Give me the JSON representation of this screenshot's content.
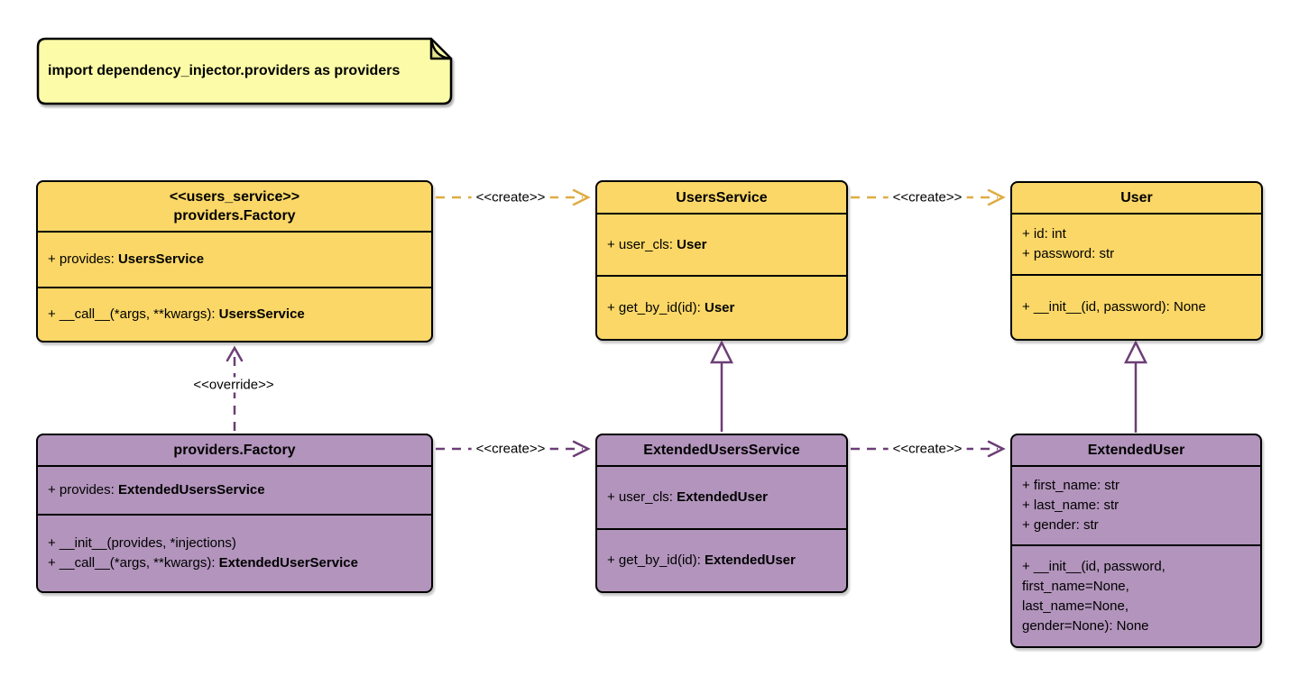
{
  "note": {
    "text": "import dependency_injector.providers as providers"
  },
  "colors": {
    "yellow_fill": "#FAD767",
    "purple_fill": "#B294BC",
    "note_fill": "#FCFCA8",
    "note_fold": "#E3E38E",
    "yellow_arrow": "#DFAC43",
    "purple_arrow": "#6C3E76",
    "border": "#000000",
    "bg": "#FFFFFF"
  },
  "classes": [
    {
      "id": "users-factory",
      "title_lines": [
        "<<users_service>>",
        "providers.Factory"
      ],
      "attributes": [
        {
          "text": "+ provides: ",
          "bold": "UsersService"
        }
      ],
      "methods": [
        {
          "text": "+ __call__(*args, **kwargs): ",
          "bold": "UsersService"
        }
      ]
    },
    {
      "id": "users-service",
      "title_lines": [
        "UsersService"
      ],
      "attributes": [
        {
          "text": "+ user_cls: ",
          "bold": "User"
        }
      ],
      "methods": [
        {
          "text": "+ get_by_id(id): ",
          "bold": "User"
        }
      ]
    },
    {
      "id": "user",
      "title_lines": [
        "User"
      ],
      "attributes": [
        {
          "text": "+ id: int",
          "bold": ""
        },
        {
          "text": "+ password: str",
          "bold": ""
        }
      ],
      "methods": [
        {
          "text": "+ __init__(id, password): None",
          "bold": ""
        }
      ]
    },
    {
      "id": "extended-factory",
      "title_lines": [
        "providers.Factory"
      ],
      "attributes": [
        {
          "text": "+ provides: ",
          "bold": "ExtendedUsersService"
        }
      ],
      "methods": [
        {
          "text": "+ __init__(provides, *injections)",
          "bold": ""
        },
        {
          "text": "+ __call__(*args, **kwargs): ",
          "bold": "ExtendedUserService"
        }
      ]
    },
    {
      "id": "extended-users-service",
      "title_lines": [
        "ExtendedUsersService"
      ],
      "attributes": [
        {
          "text": "+ user_cls: ",
          "bold": "ExtendedUser"
        }
      ],
      "methods": [
        {
          "text": "+ get_by_id(id): ",
          "bold": "ExtendedUser"
        }
      ]
    },
    {
      "id": "extended-user",
      "title_lines": [
        "ExtendedUser"
      ],
      "attributes": [
        {
          "text": "+ first_name: str",
          "bold": ""
        },
        {
          "text": "+ last_name: str",
          "bold": ""
        },
        {
          "text": "+ gender: str",
          "bold": ""
        }
      ],
      "methods": [
        {
          "text": "+ __init__(id, password,",
          "bold": ""
        },
        {
          "text": "first_name=None,",
          "bold": ""
        },
        {
          "text": "last_name=None,",
          "bold": ""
        },
        {
          "text": "gender=None): None",
          "bold": ""
        }
      ]
    }
  ],
  "edges": [
    {
      "from": "users-factory",
      "to": "users-service",
      "label": "<<create>>",
      "style": "dashed",
      "color": "yellow"
    },
    {
      "from": "users-service",
      "to": "user",
      "label": "<<create>>",
      "style": "dashed",
      "color": "yellow"
    },
    {
      "from": "extended-factory",
      "to": "extended-users-service",
      "label": "<<create>>",
      "style": "dashed",
      "color": "purple"
    },
    {
      "from": "extended-users-service",
      "to": "extended-user",
      "label": "<<create>>",
      "style": "dashed",
      "color": "purple"
    },
    {
      "from": "extended-factory",
      "to": "users-factory",
      "label": "<<override>>",
      "style": "dashed",
      "color": "purple"
    },
    {
      "from": "extended-users-service",
      "to": "users-service",
      "label": "",
      "style": "inheritance",
      "color": "purple"
    },
    {
      "from": "extended-user",
      "to": "user",
      "label": "",
      "style": "inheritance",
      "color": "purple"
    }
  ]
}
